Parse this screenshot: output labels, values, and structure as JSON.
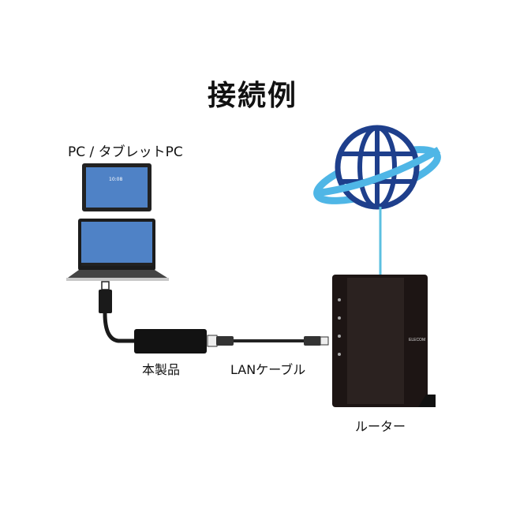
{
  "title": "接続例",
  "labels": {
    "pc_tablet": "PC / タブレットPC",
    "adapter": "本製品",
    "lan_cable": "LANケーブル",
    "router": "ルーター"
  },
  "tablet_clock": "10:08",
  "router_brand": "ELECOM",
  "colors": {
    "screen": "#4f82c6",
    "globe": "#1e3f8c",
    "ring": "#4fb6e6",
    "line": "#5cc0e0",
    "router": "#1d1514"
  }
}
